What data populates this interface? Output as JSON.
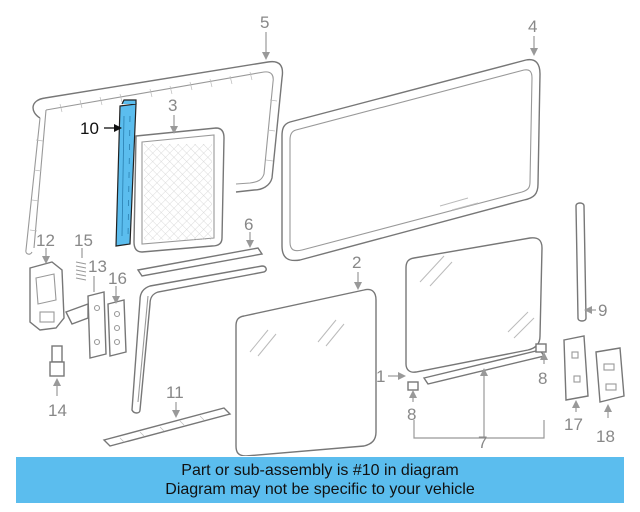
{
  "diagram": {
    "highlight_color": "#5bbdee",
    "callouts": {
      "c1": "1",
      "c2": "2",
      "c3": "3",
      "c4": "4",
      "c5": "5",
      "c6": "6",
      "c7": "7",
      "c8a": "8",
      "c8b": "8",
      "c9": "9",
      "c10": "10",
      "c11": "11",
      "c12": "12",
      "c13": "13",
      "c14": "14",
      "c15": "15",
      "c16": "16",
      "c17": "17",
      "c18": "18"
    }
  },
  "banner": {
    "line1": "Part or sub-assembly is #10 in diagram",
    "line2": "Diagram may not be specific to your vehicle"
  }
}
